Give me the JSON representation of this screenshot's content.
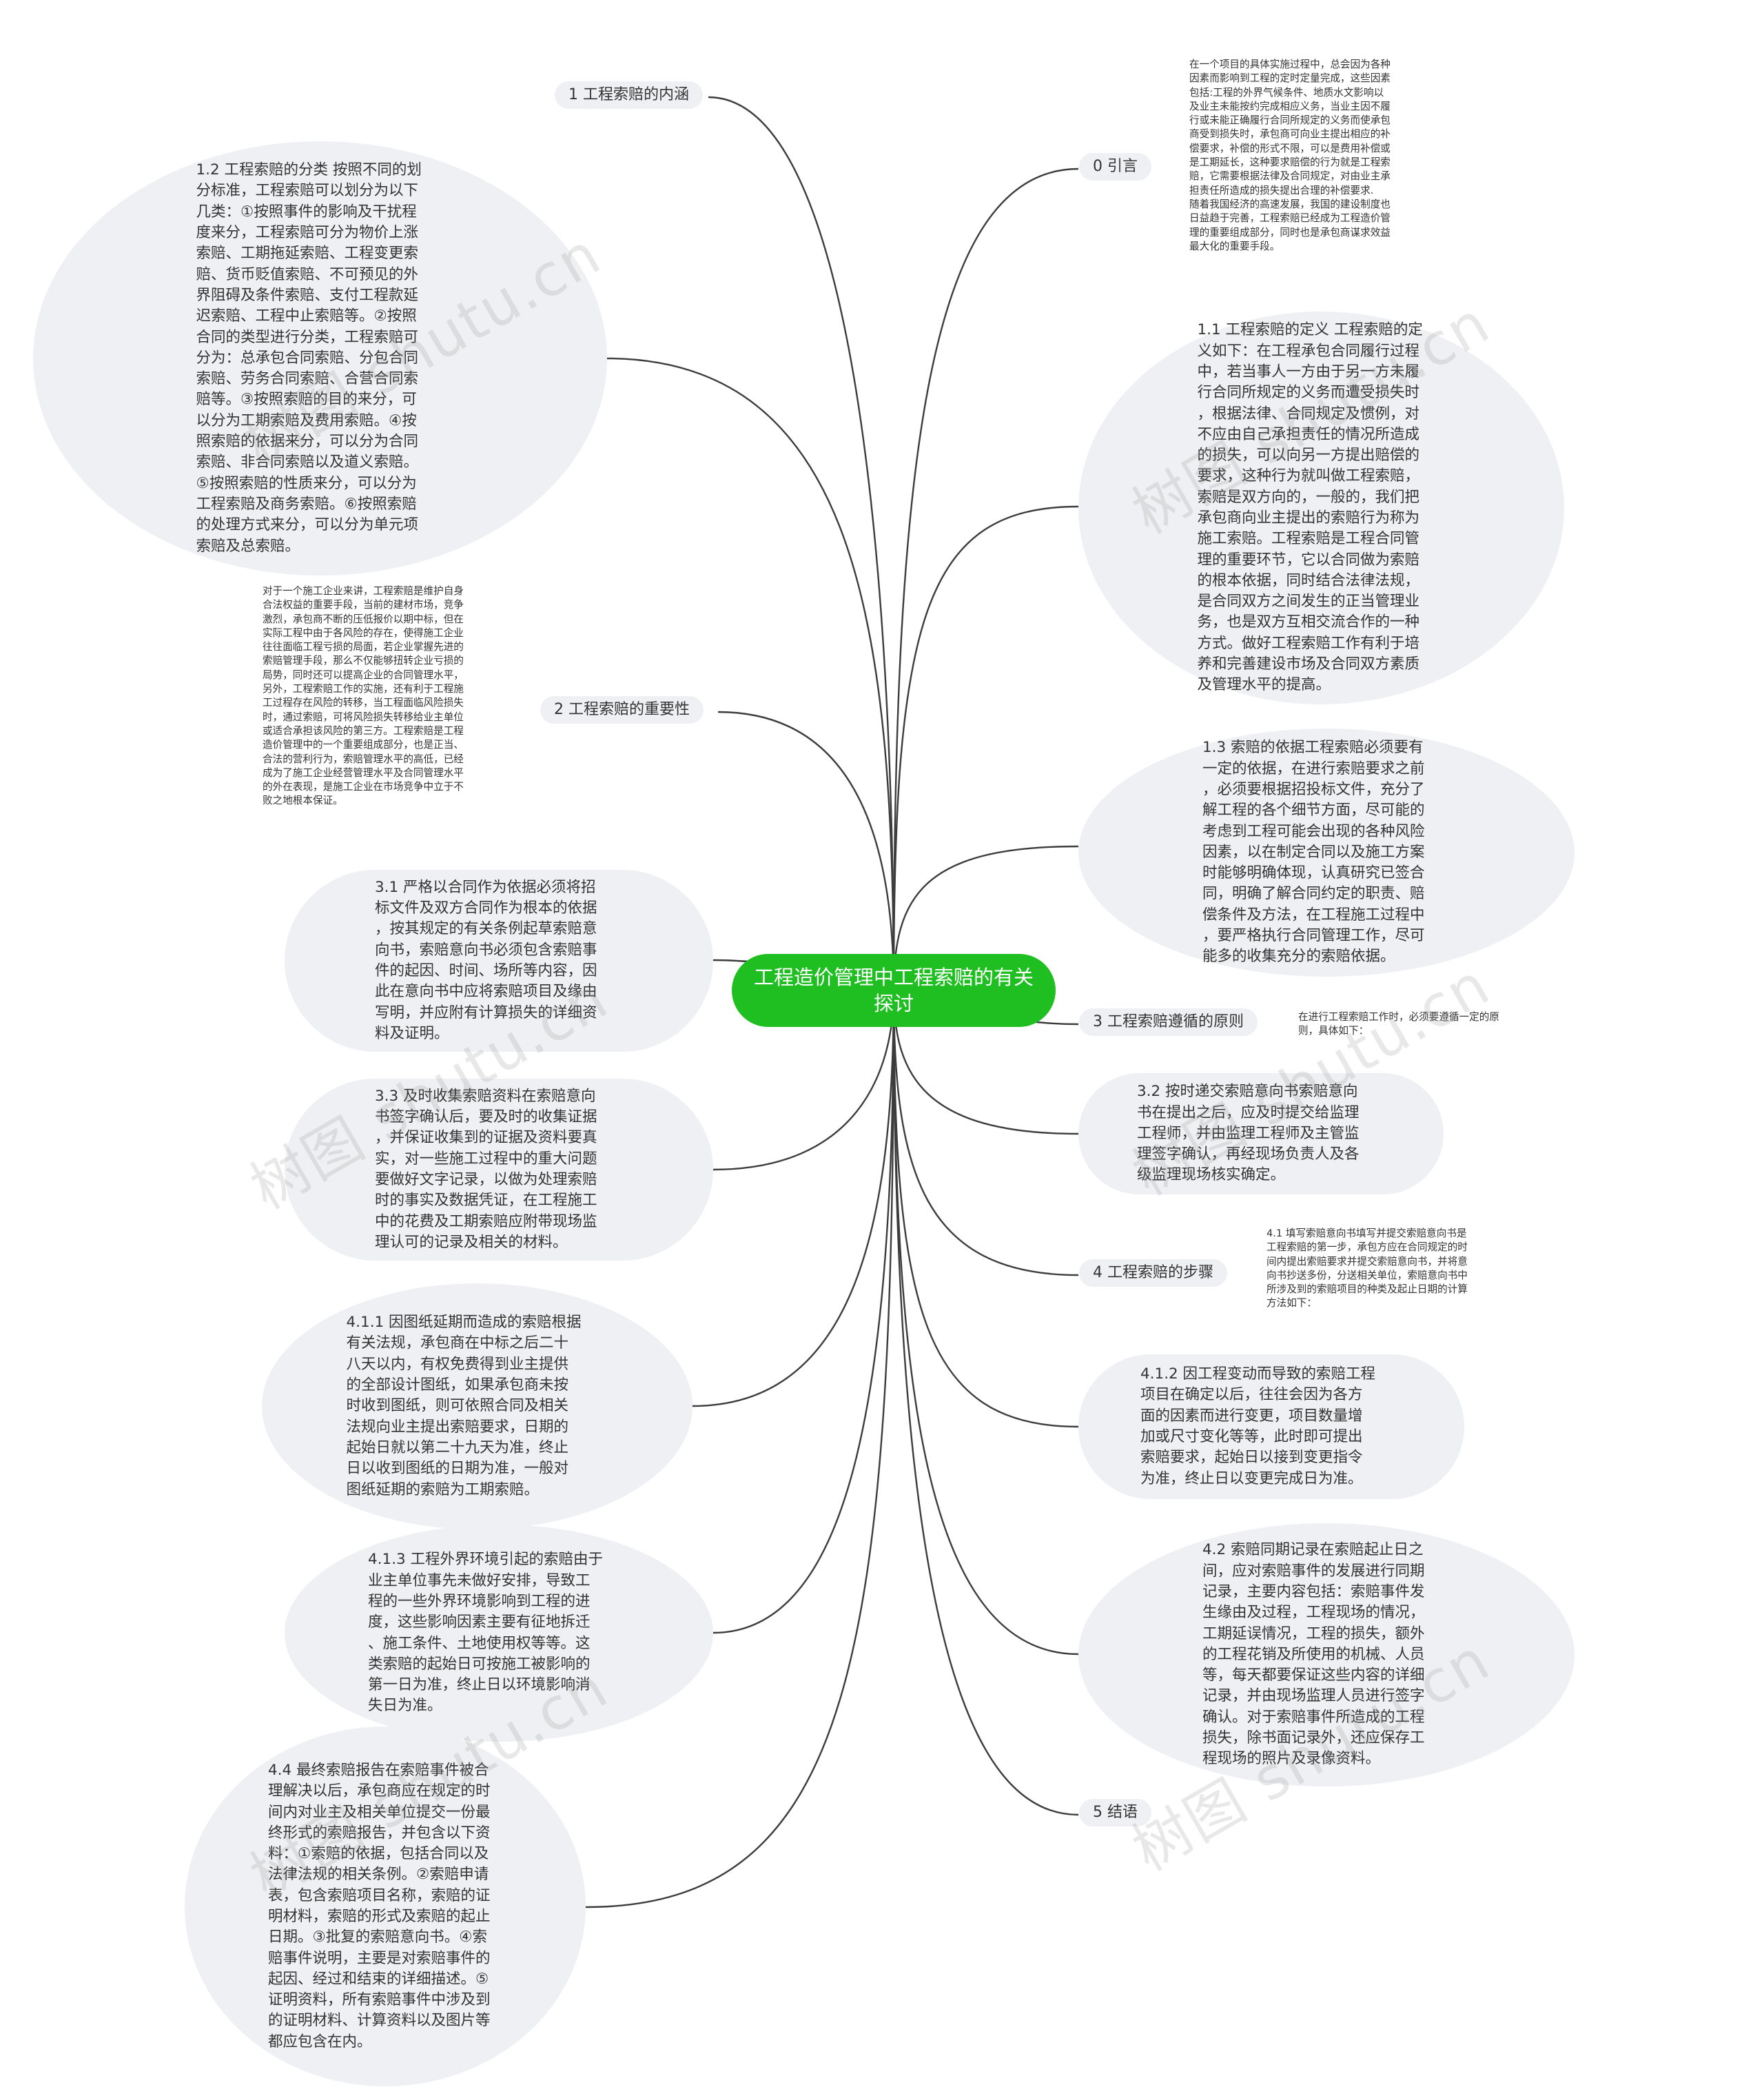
{
  "title": "工程造价管理中工程索赔的有关探讨",
  "branches": {
    "b1": "1 工程索赔的内涵",
    "b0": "0 引言",
    "b2": "2 工程索赔的重要性",
    "b3": "3 工程索赔遵循的原则",
    "b4": "4 工程索赔的步骤",
    "b5": "5 结语"
  },
  "notes": {
    "intro": "在一个项目的具体实施过程中，总会因为各种\n因素而影响到工程的定时定量完成，这些因素\n包括:工程的外界气候条件、地质水文影响以\n及业主未能按约完成相应义务，当业主因不履\n行或未能正确履行合同所规定的义务而使承包\n商受到损失时，承包商可向业主提出相应的补\n偿要求，补偿的形式不限，可以是费用补偿或\n是工期延长，这种要求赔偿的行为就是工程索\n赔，它需要根据法律及合同规定，对由业主承\n担责任所造成的损失提出合理的补偿要求.\n随着我国经济的高速发展，我国的建设制度也\n日益趋于完善，工程索赔已经成为工程造价管\n理的重要组成部分，同时也是承包商谋求效益\n最大化的重要手段。",
    "importance": "对于一个施工企业来讲，工程索赔是维护自身\n合法权益的重要手段，当前的建材市场，竞争\n激烈，承包商不断的压低报价以期中标，但在\n实际工程中由于各风险的存在，使得施工企业\n往往面临工程亏损的局面，若企业掌握先进的\n索赔管理手段，那么不仅能够扭转企业亏损的\n局势，同时还可以提高企业的合同管理水平，\n另外，工程索赔工作的实施，还有利于工程施\n工过程存在风险的转移，当工程面临风险损失\n时，通过索赔，可将风险损失转移给业主单位\n或适合承担该风险的第三方。工程索赔是工程\n造价管理中的一个重要组成部分，也是正当、\n合法的营利行为，索赔管理水平的高低，已经\n成为了施工企业经营管理水平及合同管理水平\n的外在表现，是施工企业在市场竞争中立于不\n败之地根本保证。",
    "principle": "在进行工程索赔工作时，必须要遵循一定的原\n则，具体如下：",
    "steps": "4.1 填写索赔意向书填写并提交索赔意向书是\n工程索赔的第一步，承包方应在合同规定的时\n间内提出索赔要求并提交索赔意向书，并将意\n向书抄送多份，分送相关单位，索赔意向书中\n所涉及到的索赔项目的种类及起止日期的计算\n方法如下："
  },
  "blobs": {
    "n12": "1.2 工程索赔的分类 按照不同的划\n分标准，工程索赔可以划分为以下\n几类：①按照事件的影响及干扰程\n度来分，工程索赔可分为物价上涨\n索赔、工期拖延索赔、工程变更索\n赔、货币贬值索赔、不可预见的外\n界阻碍及条件索赔、支付工程款延\n迟索赔、工程中止索赔等。②按照\n合同的类型进行分类，工程索赔可\n分为：总承包合同索赔、分包合同\n索赔、劳务合同索赔、合营合同索\n赔等。③按照索赔的目的来分，可\n以分为工期索赔及费用索赔。④按\n照索赔的依据来分，可以分为合同\n索赔、非合同索赔以及道义索赔。\n⑤按照索赔的性质来分，可以分为\n工程索赔及商务索赔。⑥按照索赔\n的处理方式来分，可以分为单元项\n索赔及总索赔。",
    "n11": "1.1 工程索赔的定义 工程索赔的定\n义如下：在工程承包合同履行过程\n中，若当事人一方由于另一方未履\n行合同所规定的义务而遭受损失时\n，根据法律、合同规定及惯例，对\n不应由自己承担责任的情况所造成\n的损失，可以向另一方提出赔偿的\n要求，这种行为就叫做工程索赔，\n索赔是双方向的，一般的，我们把\n承包商向业主提出的索赔行为称为\n施工索赔。工程索赔是工程合同管\n理的重要环节，它以合同做为索赔\n的根本依据，同时结合法律法规，\n是合同双方之间发生的正当管理业\n务，也是双方互相交流合作的一种\n方式。做好工程索赔工作有利于培\n养和完善建设市场及合同双方素质\n及管理水平的提高。",
    "n13": "1.3 索赔的依据工程索赔必须要有\n一定的依据，在进行索赔要求之前\n，必须要根据招投标文件，充分了\n解工程的各个细节方面，尽可能的\n考虑到工程可能会出现的各种风险\n因素，以在制定合同以及施工方案\n时能够明确体现，认真研究已签合\n同，明确了解合同约定的职责、赔\n偿条件及方法，在工程施工过程中\n，要严格执行合同管理工作，尽可\n能多的收集充分的索赔依据。",
    "n31": "3.1 严格以合同作为依据必须将招\n标文件及双方合同作为根本的依据\n，按其规定的有关条例起草索赔意\n向书，索赔意向书必须包含索赔事\n件的起因、时间、场所等内容，因\n此在意向书中应将索赔项目及缘由\n写明，并应附有计算损失的详细资\n料及证明。",
    "n32": "3.2 按时递交索赔意向书索赔意向\n书在提出之后，应及时提交给监理\n工程师，并由监理工程师及主管监\n理签字确认，再经现场负责人及各\n级监理现场核实确定。",
    "n33": "3.3 及时收集索赔资料在索赔意向\n书签字确认后，要及时的收集证据\n，并保证收集到的证据及资料要真\n实，对一些施工过程中的重大问题\n要做好文字记录，以做为处理索赔\n时的事实及数据凭证，在工程施工\n中的花费及工期索赔应附带现场监\n理认可的记录及相关的材料。",
    "n411": "4.1.1 因图纸延期而造成的索赔根据\n有关法规，承包商在中标之后二十\n八天以内，有权免费得到业主提供\n的全部设计图纸，如果承包商未按\n时收到图纸，则可依照合同及相关\n法规向业主提出索赔要求，日期的\n起始日就以第二十九天为准，终止\n日以收到图纸的日期为准，一般对\n图纸延期的索赔为工期索赔。",
    "n412": "4.1.2 因工程变动而导致的索赔工程\n项目在确定以后，往往会因为各方\n面的因素而进行变更，项目数量增\n加或尺寸变化等等，此时即可提出\n索赔要求，起始日以接到变更指令\n为准，终止日以变更完成日为准。",
    "n413": "4.1.3 工程外界环境引起的索赔由于\n业主单位事先未做好安排，导致工\n程的一些外界环境影响到工程的进\n度，这些影响因素主要有征地拆迁\n、施工条件、土地使用权等等。这\n类索赔的起始日可按施工被影响的\n第一日为准，终止日以环境影响消\n失日为准。",
    "n42": "4.2 索赔同期记录在索赔起止日之\n间，应对索赔事件的发展进行同期\n记录，主要内容包括：索赔事件发\n生缘由及过程，工程现场的情况，\n工期延误情况，工程的损失，额外\n的工程花销及所使用的机械、人员\n等，每天都要保证这些内容的详细\n记录，并由现场监理人员进行签字\n确认。对于索赔事件所造成的工程\n损失，除书面记录外，还应保存工\n程现场的照片及录像资料。",
    "n44": "4.4 最终索赔报告在索赔事件被合\n理解决以后，承包商应在规定的时\n间内对业主及相关单位提交一份最\n终形式的索赔报告，并包含以下资\n料：①索赔的依据，包括合同以及\n法律法规的相关条例。②索赔申请\n表，包含索赔项目名称，索赔的证\n明材料，索赔的形式及索赔的起止\n日期。③批复的索赔意向书。④索\n赔事件说明，主要是对索赔事件的\n起因、经过和结束的详细描述。⑤\n证明资料，所有索赔事件中涉及到\n的证明材料、计算资料以及图片等\n都应包含在内。"
  },
  "watermark": "树图 shutu.cn",
  "colors": {
    "root": "#1fbf22",
    "node_bg": "#eef0f3",
    "line": "#3c3c3c"
  }
}
